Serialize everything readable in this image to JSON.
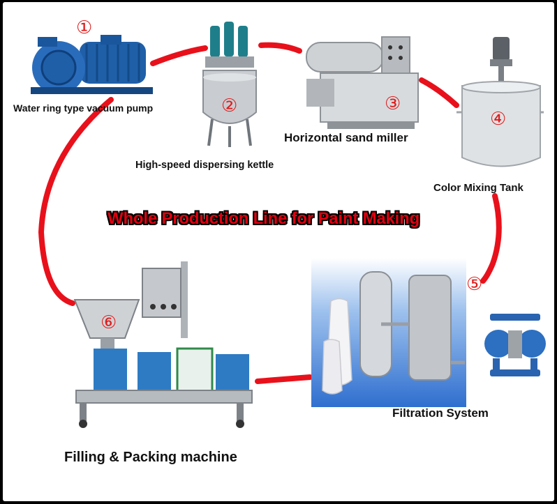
{
  "diagram": {
    "title": "Whole Production Line for Paint Making",
    "steps": [
      {
        "number": "①",
        "label": "Water ring type vacuum pump"
      },
      {
        "number": "②",
        "label": "High-speed dispersing kettle"
      },
      {
        "number": "③",
        "label": "Horizontal sand miller"
      },
      {
        "number": "④",
        "label": "Color Mixing Tank"
      },
      {
        "number": "⑤",
        "label": "Filtration System"
      },
      {
        "number": "⑥",
        "label": "Filling & Packing machine"
      }
    ],
    "colors": {
      "loop": "#e8111b",
      "title_fill": "#e00010",
      "title_outline": "#000000",
      "step_number": "#e01a1a",
      "pump_blue": "#1f5fa8",
      "steel": "#c9ccd0",
      "filtration_background": "#4a86d8"
    }
  }
}
